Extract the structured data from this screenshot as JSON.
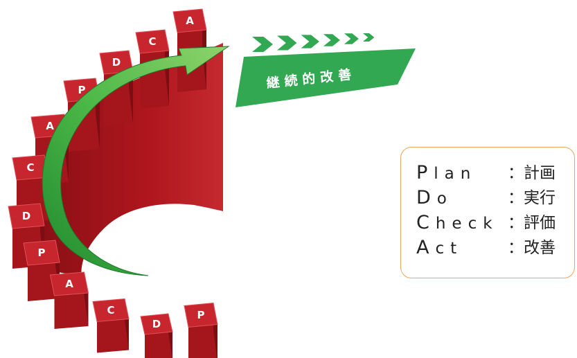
{
  "title": "継続的改善",
  "colors": {
    "step_top": "#c8262e",
    "step_face": "#a5161c",
    "step_side": "#7c0d12",
    "arrow": "#4cb848",
    "banner": "#32a852",
    "legend_border": "#f0a35e"
  },
  "spiral_steps": [
    "P",
    "D",
    "C",
    "A",
    "P",
    "D",
    "C",
    "A",
    "P",
    "D",
    "C",
    "A"
  ],
  "chevrons_count": 6,
  "legend": [
    {
      "initial": "P",
      "rest": "lan",
      "meaning": "：計画"
    },
    {
      "initial": "D",
      "rest": "o",
      "meaning": "：実行"
    },
    {
      "initial": "C",
      "rest": "heck",
      "meaning": "：評価"
    },
    {
      "initial": "A",
      "rest": "ct",
      "meaning": "：改善"
    }
  ]
}
